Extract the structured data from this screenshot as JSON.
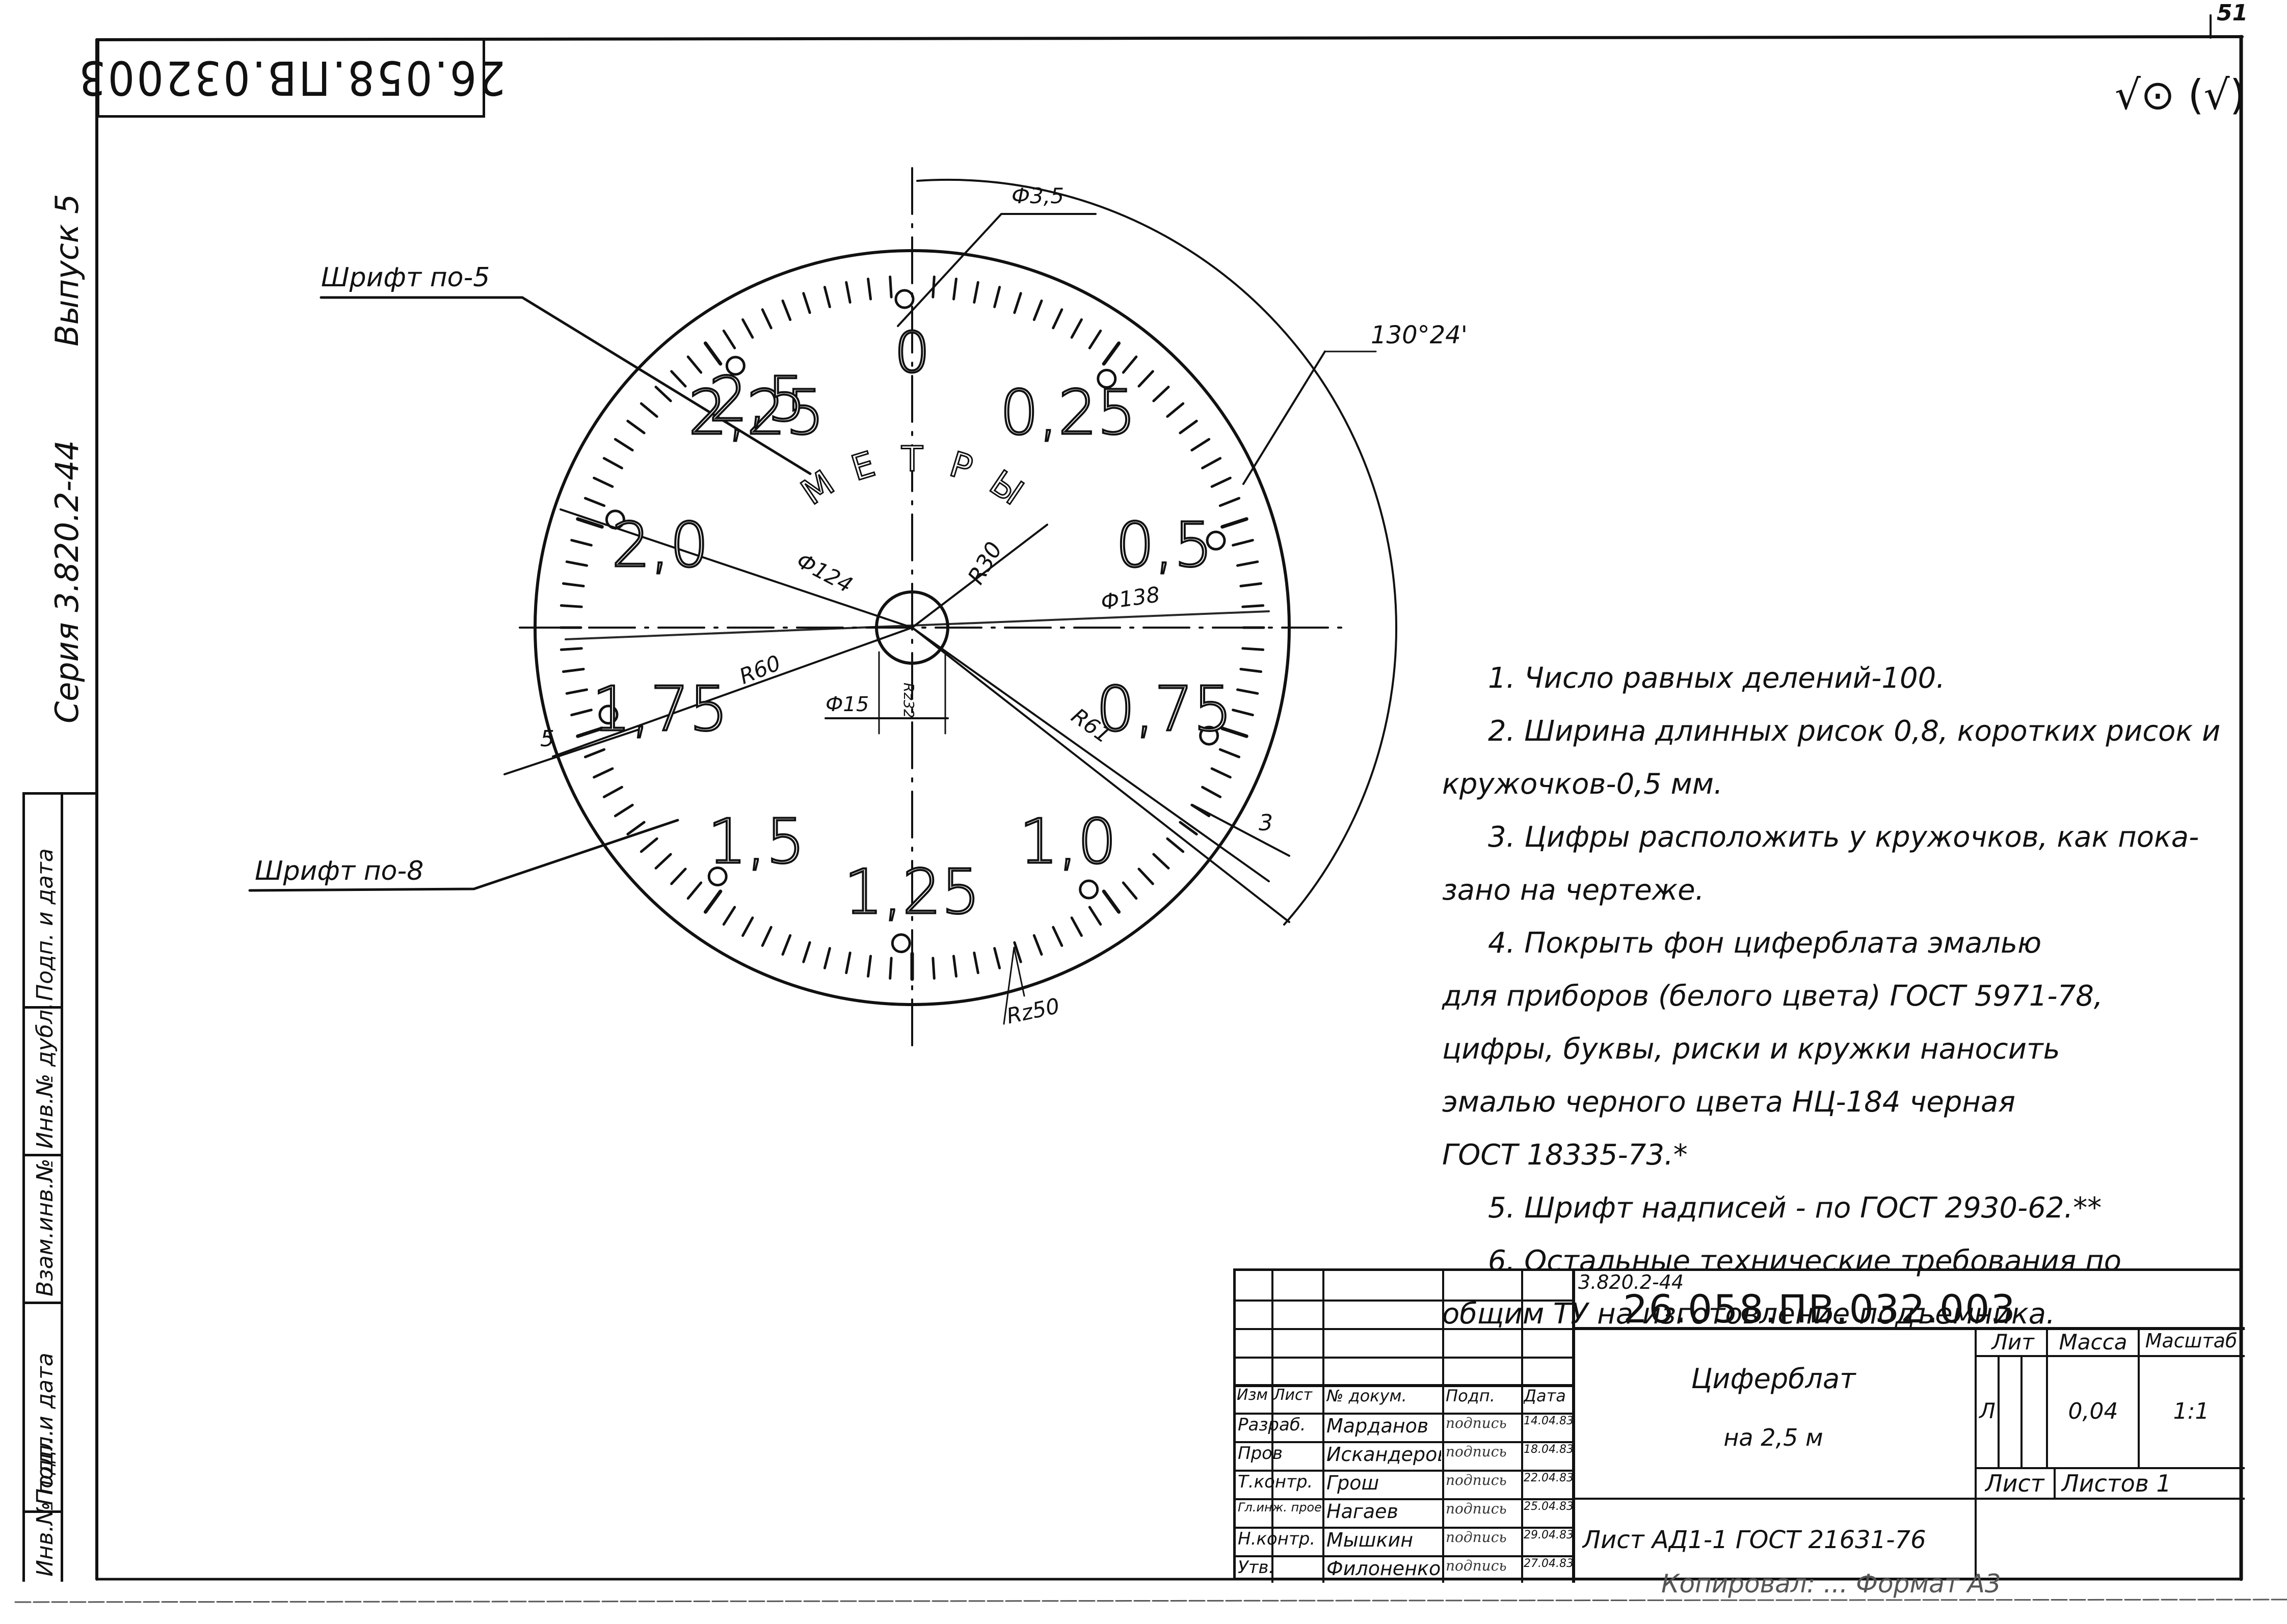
{
  "page": {
    "number": "51",
    "top_stamp_inverted": "26.058.ПВ.032003",
    "roughness_symbol": "√⊙ (√)",
    "series_label": "Серия 3.820.2-44",
    "issue_label": "Выпуск 5",
    "copy_line": "Копировал: ... Формат А3"
  },
  "side_stamp": {
    "cells": [
      {
        "label": "Подп. и дата"
      },
      {
        "label": "Инв.№ дубл."
      },
      {
        "label": "Взам.инв.№"
      },
      {
        "label": "Подп. и дата"
      },
      {
        "label": "Инв.№ подл."
      }
    ]
  },
  "drawing": {
    "title": "Циферблат",
    "scale_unit_label": "МЕТРЫ",
    "dial_numbers": [
      {
        "value": "0",
        "angle": 0
      },
      {
        "value": "0,25",
        "angle": 36
      },
      {
        "value": "0,5",
        "angle": 72
      },
      {
        "value": "0,75",
        "angle": 108
      },
      {
        "value": "1,0",
        "angle": 144
      },
      {
        "value": "1,25",
        "angle": 180
      },
      {
        "value": "1,5",
        "angle": 216
      },
      {
        "value": "1,75",
        "angle": 252
      },
      {
        "value": "2,0",
        "angle": 288
      },
      {
        "value": "2,25",
        "angle": 324
      },
      {
        "value": "2,5",
        "angle": 360
      }
    ],
    "divisions": 100,
    "dimensions": {
      "hole_dia": "Ф3,5",
      "inner_dia": "Ф124",
      "outer_dia": "Ф138",
      "hub_radius": "R30",
      "radius_60": "R60",
      "radius_61": "R61",
      "center_dia": "Ф15",
      "center_roughness": "Rz32",
      "edge_roughness": "Rz50",
      "arc_angle": "130°24'",
      "leader_5": "5",
      "leader_3": "3"
    },
    "font_callouts": [
      {
        "text": "Шрифт по-5"
      },
      {
        "text": "Шрифт по-8"
      }
    ]
  },
  "notes": [
    "1.  Число равных делений-100.",
    "2.  Ширина длинных рисок 0,8, коротких рисок и",
    "кружочков-0,5 мм.",
    "3.  Цифры расположить у кружочков, как пока-",
    "зано на чертеже.",
    "4.  Покрыть фон циферблата эмалью",
    "для  приборов (белого цвета) ГОСТ 5971-78,",
    "цифры, буквы, риски  и  кружки наносить",
    "эмалью черного цвета  НЦ-184 черная",
    "ГОСТ 18335-73.*",
    "5.  Шрифт надписей - по ГОСТ 2930-62.**",
    "6.  Остальные технические требования по",
    "общим  ТУ  на изготовление подъемника."
  ],
  "title_block": {
    "series": "3.820.2-44",
    "designation": "26.058.ПВ.032.003",
    "name_line1": "Циферблат",
    "name_line2": "на  2,5 м",
    "material": "Лист  АД1-1 ГОСТ 21631-76",
    "headers": {
      "izm": "Изм",
      "list": "Лист",
      "doc": "№ докум.",
      "sign": "Подп.",
      "date": "Дата"
    },
    "lit_label": "Лит",
    "mass_label": "Масса",
    "scale_label": "Масштаб",
    "lit_value": "Л",
    "mass_value": "0,04",
    "scale_value": "1:1",
    "sheet_label": "Лист",
    "sheets_label": "Листов 1",
    "rows": [
      {
        "role": "Разраб.",
        "name": "Марданов",
        "sign": "подпись",
        "date": "14.04.83"
      },
      {
        "role": "Пров",
        "name": "Искандеров",
        "sign": "подпись",
        "date": "18.04.83"
      },
      {
        "role": "Т.контр.",
        "name": "Грош",
        "sign": "подпись",
        "date": "22.04.83"
      },
      {
        "role": "Гл.инж. проекта",
        "name": "Нагаев",
        "sign": "подпись",
        "date": "25.04.83"
      },
      {
        "role": "Н.контр.",
        "name": "Мышкин",
        "sign": "подпись",
        "date": "29.04.83"
      },
      {
        "role": "Утв.",
        "name": "Филоненко",
        "sign": "подпись",
        "date": "27.04.83"
      }
    ]
  }
}
